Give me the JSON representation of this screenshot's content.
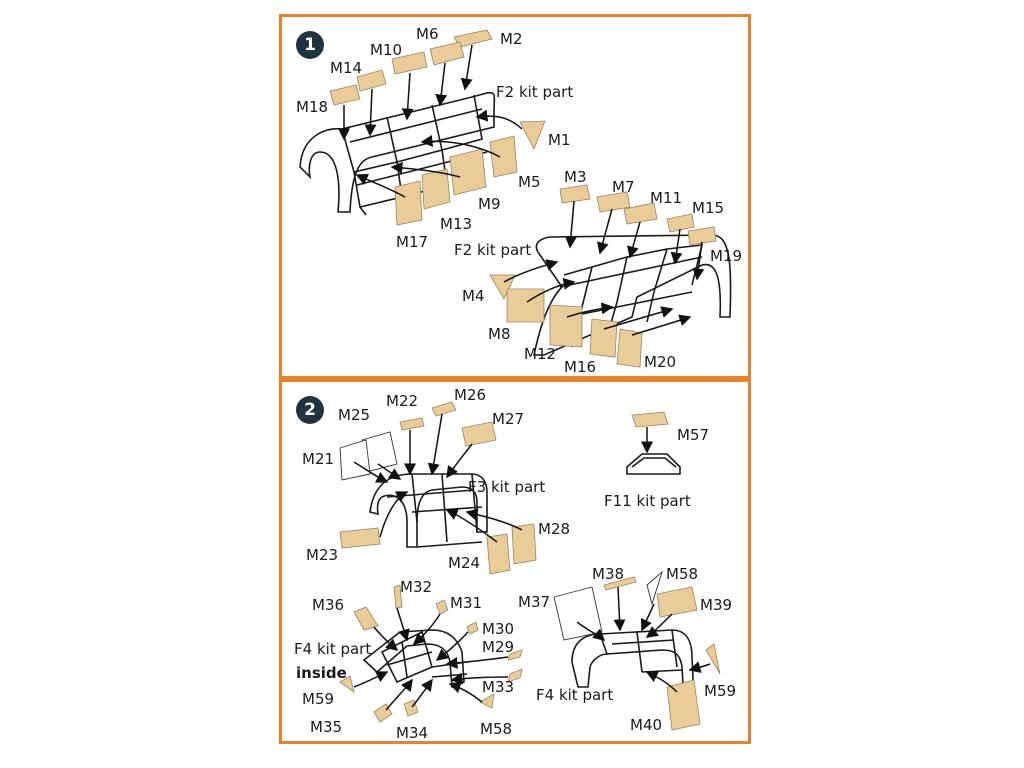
{
  "steps": [
    "1",
    "2"
  ],
  "panel1": {
    "labels": {
      "m2": "M2",
      "m6": "M6",
      "m10": "M10",
      "m14": "M14",
      "m18": "M18",
      "f2a": "F2 kit part",
      "m1": "M1",
      "m5": "M5",
      "m9": "M9",
      "m13": "M13",
      "m17": "M17",
      "m3": "M3",
      "m7": "M7",
      "m11": "M11",
      "m15": "M15",
      "m19": "M19",
      "f2b": "F2 kit part",
      "m4": "M4",
      "m8": "M8",
      "m12": "M12",
      "m16": "M16",
      "m20": "M20"
    }
  },
  "panel2": {
    "labels": {
      "m22": "M22",
      "m26": "M26",
      "m25": "M25",
      "m27": "M27",
      "m21": "M21",
      "f3": "F3 kit part",
      "m23": "M23",
      "m24": "M24",
      "m28": "M28",
      "m57": "M57",
      "f11": "F11 kit part",
      "m32": "M32",
      "m36": "M36",
      "m31": "M31",
      "m30": "M30",
      "m29": "M29",
      "f4a": "F4 kit part",
      "inside": "inside",
      "m59a": "M59",
      "m35": "M35",
      "m34": "M34",
      "m33": "M33",
      "m58a": "M58",
      "m38": "M38",
      "m58b": "M58",
      "m37": "M37",
      "m39": "M39",
      "f4b": "F4 kit part",
      "m59b": "M59",
      "m40": "M40"
    }
  },
  "colors": {
    "border": "#e8822a",
    "part": "#e9cc98",
    "step_badge": "#1f3440"
  }
}
